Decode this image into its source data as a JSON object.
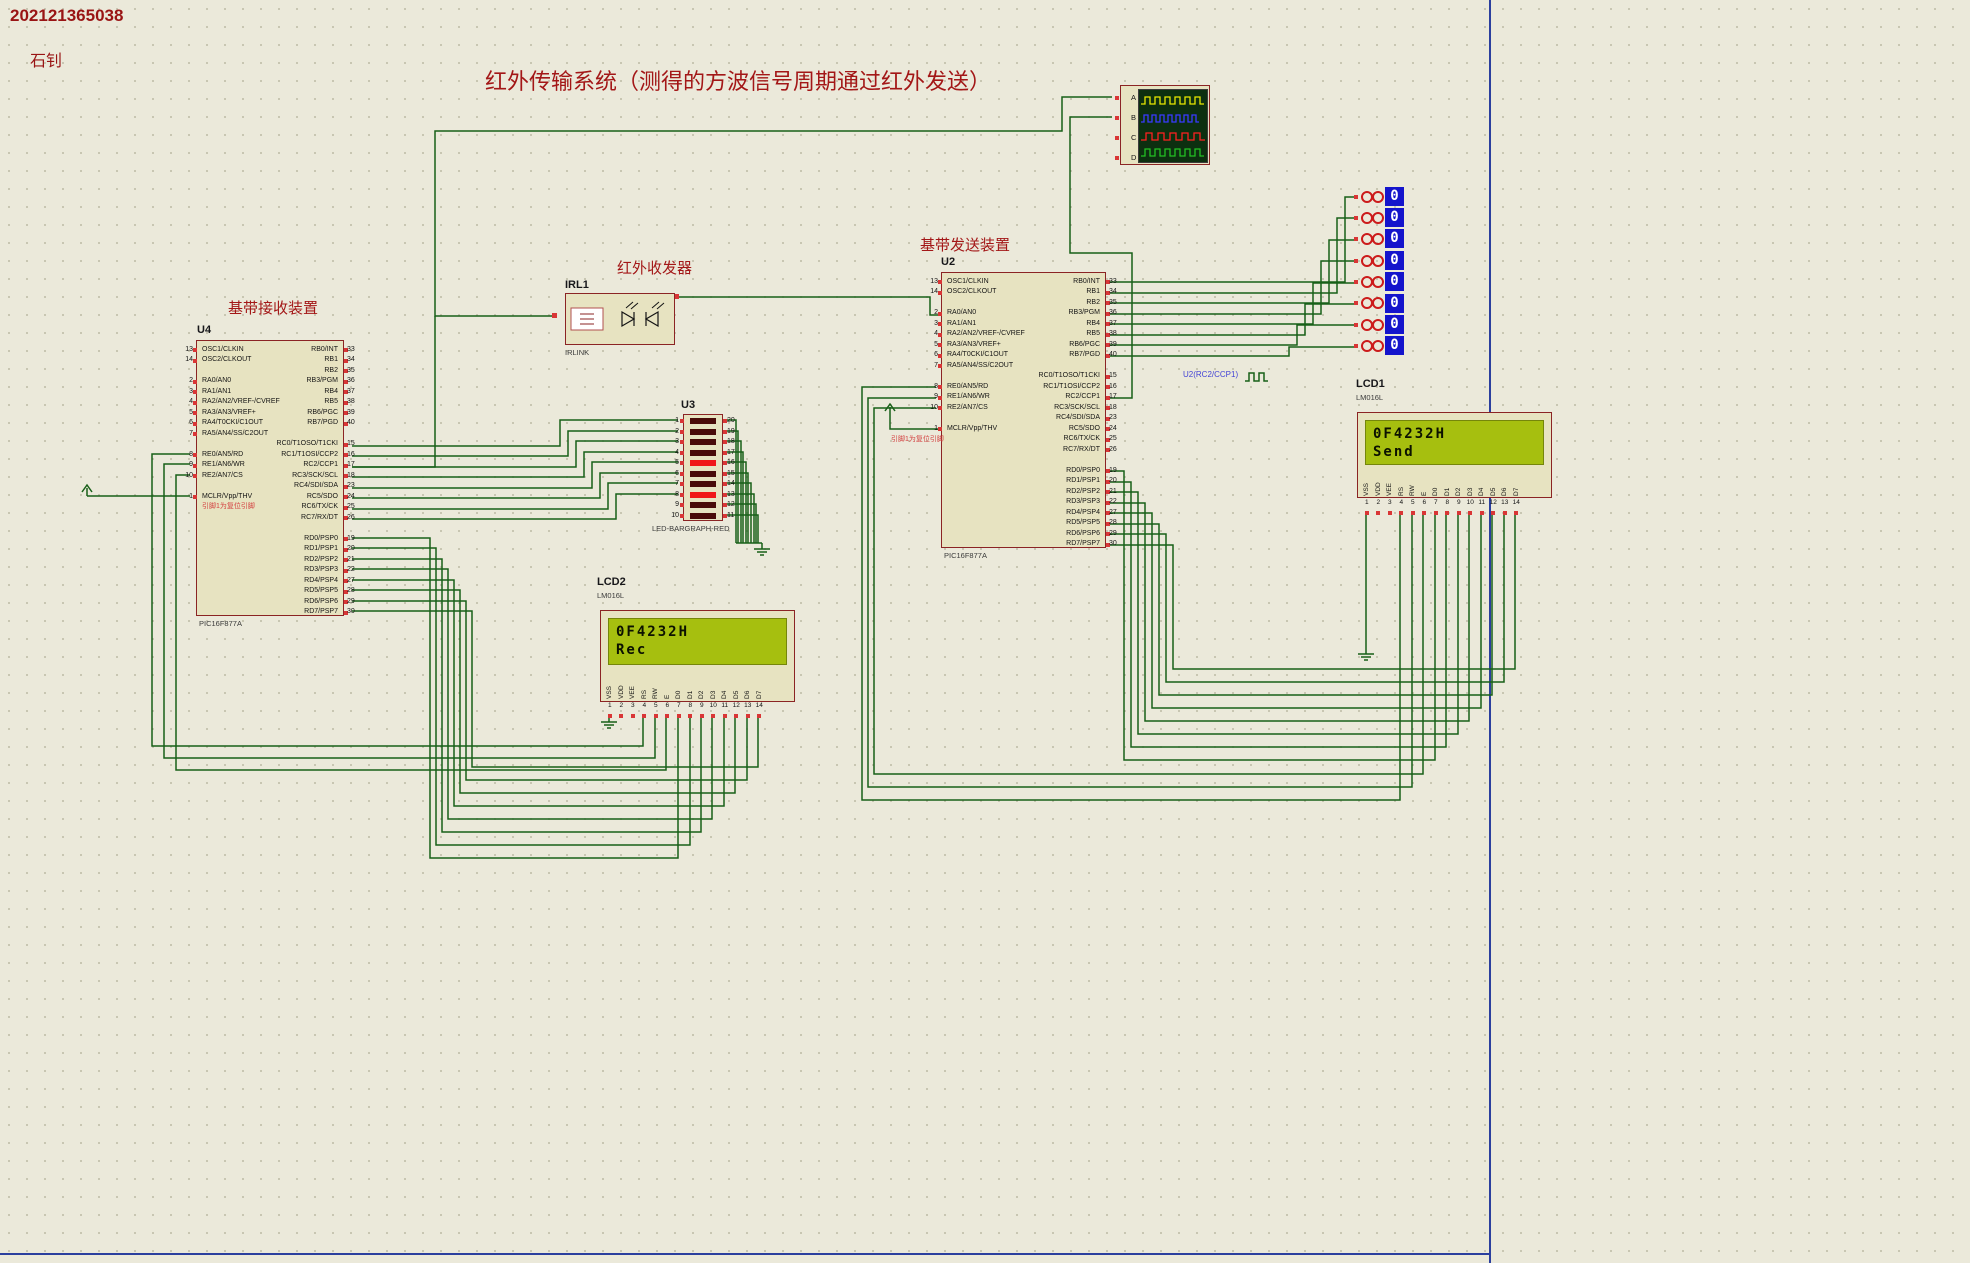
{
  "header": {
    "student_id": "202121365038",
    "author": "石钊",
    "title": "红外传输系统（测得的方波信号周期通过红外发送）"
  },
  "u4": {
    "ref": "U4",
    "group_label": "基带接收装置",
    "part": "PIC16F877A",
    "note": "引脚1为复位引脚",
    "left_pins": [
      {
        "n": "13",
        "label": "OSC1/CLKIN"
      },
      {
        "n": "14",
        "label": "OSC2/CLKOUT"
      },
      {
        "n": "",
        "label": ""
      },
      {
        "n": "2",
        "label": "RA0/AN0"
      },
      {
        "n": "3",
        "label": "RA1/AN1"
      },
      {
        "n": "4",
        "label": "RA2/AN2/VREF-/CVREF"
      },
      {
        "n": "5",
        "label": "RA3/AN3/VREF+"
      },
      {
        "n": "6",
        "label": "RA4/T0CKI/C1OUT"
      },
      {
        "n": "7",
        "label": "RA5/AN4/SS/C2OUT"
      },
      {
        "n": "",
        "label": ""
      },
      {
        "n": "8",
        "label": "RE0/AN5/RD"
      },
      {
        "n": "9",
        "label": "RE1/AN6/WR"
      },
      {
        "n": "10",
        "label": "RE2/AN7/CS"
      },
      {
        "n": "",
        "label": ""
      },
      {
        "n": "1",
        "label": "MCLR/Vpp/THV"
      }
    ],
    "right_pins": [
      {
        "n": "33",
        "label": "RB0/INT"
      },
      {
        "n": "34",
        "label": "RB1"
      },
      {
        "n": "35",
        "label": "RB2"
      },
      {
        "n": "36",
        "label": "RB3/PGM"
      },
      {
        "n": "37",
        "label": "RB4"
      },
      {
        "n": "38",
        "label": "RB5"
      },
      {
        "n": "39",
        "label": "RB6/PGC"
      },
      {
        "n": "40",
        "label": "RB7/PGD"
      },
      {
        "n": "",
        "label": ""
      },
      {
        "n": "15",
        "label": "RC0/T1OSO/T1CKI"
      },
      {
        "n": "16",
        "label": "RC1/T1OSI/CCP2"
      },
      {
        "n": "17",
        "label": "RC2/CCP1"
      },
      {
        "n": "18",
        "label": "RC3/SCK/SCL"
      },
      {
        "n": "23",
        "label": "RC4/SDI/SDA"
      },
      {
        "n": "24",
        "label": "RC5/SDO"
      },
      {
        "n": "25",
        "label": "RC6/TX/CK"
      },
      {
        "n": "26",
        "label": "RC7/RX/DT"
      },
      {
        "n": "",
        "label": ""
      },
      {
        "n": "19",
        "label": "RD0/PSP0"
      },
      {
        "n": "20",
        "label": "RD1/PSP1"
      },
      {
        "n": "21",
        "label": "RD2/PSP2"
      },
      {
        "n": "22",
        "label": "RD3/PSP3"
      },
      {
        "n": "27",
        "label": "RD4/PSP4"
      },
      {
        "n": "28",
        "label": "RD5/PSP5"
      },
      {
        "n": "29",
        "label": "RD6/PSP6"
      },
      {
        "n": "30",
        "label": "RD7/PSP7"
      }
    ]
  },
  "u2": {
    "ref": "U2",
    "group_label": "基带发送装置",
    "part": "PIC16F877A",
    "note": "引脚1为复位引脚",
    "probe_label": "U2(RC2/CCP1)",
    "left_pins": [
      {
        "n": "13",
        "label": "OSC1/CLKIN"
      },
      {
        "n": "14",
        "label": "OSC2/CLKOUT"
      },
      {
        "n": "",
        "label": ""
      },
      {
        "n": "2",
        "label": "RA0/AN0"
      },
      {
        "n": "3",
        "label": "RA1/AN1"
      },
      {
        "n": "4",
        "label": "RA2/AN2/VREF-/CVREF"
      },
      {
        "n": "5",
        "label": "RA3/AN3/VREF+"
      },
      {
        "n": "6",
        "label": "RA4/T0CKI/C1OUT"
      },
      {
        "n": "7",
        "label": "RA5/AN4/SS/C2OUT"
      },
      {
        "n": "",
        "label": ""
      },
      {
        "n": "8",
        "label": "RE0/AN5/RD"
      },
      {
        "n": "9",
        "label": "RE1/AN6/WR"
      },
      {
        "n": "10",
        "label": "RE2/AN7/CS"
      },
      {
        "n": "",
        "label": ""
      },
      {
        "n": "1",
        "label": "MCLR/Vpp/THV"
      }
    ],
    "right_pins": [
      {
        "n": "33",
        "label": "RB0/INT"
      },
      {
        "n": "34",
        "label": "RB1"
      },
      {
        "n": "35",
        "label": "RB2"
      },
      {
        "n": "36",
        "label": "RB3/PGM"
      },
      {
        "n": "37",
        "label": "RB4"
      },
      {
        "n": "38",
        "label": "RB5"
      },
      {
        "n": "39",
        "label": "RB6/PGC"
      },
      {
        "n": "40",
        "label": "RB7/PGD"
      },
      {
        "n": "",
        "label": ""
      },
      {
        "n": "15",
        "label": "RC0/T1OSO/T1CKI"
      },
      {
        "n": "16",
        "label": "RC1/T1OSI/CCP2"
      },
      {
        "n": "17",
        "label": "RC2/CCP1"
      },
      {
        "n": "18",
        "label": "RC3/SCK/SCL"
      },
      {
        "n": "23",
        "label": "RC4/SDI/SDA"
      },
      {
        "n": "24",
        "label": "RC5/SDO"
      },
      {
        "n": "25",
        "label": "RC6/TX/CK"
      },
      {
        "n": "26",
        "label": "RC7/RX/DT"
      },
      {
        "n": "",
        "label": ""
      },
      {
        "n": "19",
        "label": "RD0/PSP0"
      },
      {
        "n": "20",
        "label": "RD1/PSP1"
      },
      {
        "n": "21",
        "label": "RD2/PSP2"
      },
      {
        "n": "22",
        "label": "RD3/PSP3"
      },
      {
        "n": "27",
        "label": "RD4/PSP4"
      },
      {
        "n": "28",
        "label": "RD5/PSP5"
      },
      {
        "n": "29",
        "label": "RD6/PSP6"
      },
      {
        "n": "30",
        "label": "RD7/PSP7"
      }
    ]
  },
  "irl1": {
    "ref": "IRL1",
    "part": "IRLINK",
    "group_label": "红外收发器"
  },
  "u3": {
    "ref": "U3",
    "part": "LED-BARGRAPH-RED",
    "rows": [
      {
        "ln": "1",
        "rn": "20",
        "color": "#4a0b08"
      },
      {
        "ln": "2",
        "rn": "19",
        "color": "#4a0b08"
      },
      {
        "ln": "3",
        "rn": "18",
        "color": "#4a0b08"
      },
      {
        "ln": "4",
        "rn": "17",
        "color": "#4a0b08"
      },
      {
        "ln": "5",
        "rn": "16",
        "color": "#f01818"
      },
      {
        "ln": "6",
        "rn": "15",
        "color": "#4a0b08"
      },
      {
        "ln": "7",
        "rn": "14",
        "color": "#4a0b08"
      },
      {
        "ln": "8",
        "rn": "13",
        "color": "#f01818"
      },
      {
        "ln": "9",
        "rn": "12",
        "color": "#4a0b08"
      },
      {
        "ln": "10",
        "rn": "11",
        "color": "#4a0b08"
      }
    ]
  },
  "lcd2": {
    "ref": "LCD2",
    "part": "LM016L",
    "line1": "0F4232H",
    "line2": "Rec",
    "pins": [
      {
        "n": "1",
        "label": "VSS"
      },
      {
        "n": "2",
        "label": "VDD"
      },
      {
        "n": "3",
        "label": "VEE"
      },
      {
        "n": "4",
        "label": "RS"
      },
      {
        "n": "5",
        "label": "RW"
      },
      {
        "n": "6",
        "label": "E"
      },
      {
        "n": "7",
        "label": "D0"
      },
      {
        "n": "8",
        "label": "D1"
      },
      {
        "n": "9",
        "label": "D2"
      },
      {
        "n": "10",
        "label": "D3"
      },
      {
        "n": "11",
        "label": "D4"
      },
      {
        "n": "12",
        "label": "D5"
      },
      {
        "n": "13",
        "label": "D6"
      },
      {
        "n": "14",
        "label": "D7"
      }
    ]
  },
  "lcd1": {
    "ref": "LCD1",
    "part": "LM016L",
    "line1": "0F4232H",
    "line2": "Send",
    "pins": [
      {
        "n": "1",
        "label": "VSS"
      },
      {
        "n": "2",
        "label": "VDD"
      },
      {
        "n": "3",
        "label": "VEE"
      },
      {
        "n": "4",
        "label": "RS"
      },
      {
        "n": "5",
        "label": "RW"
      },
      {
        "n": "6",
        "label": "E"
      },
      {
        "n": "7",
        "label": "D0"
      },
      {
        "n": "8",
        "label": "D1"
      },
      {
        "n": "9",
        "label": "D2"
      },
      {
        "n": "10",
        "label": "D3"
      },
      {
        "n": "11",
        "label": "D4"
      },
      {
        "n": "12",
        "label": "D5"
      },
      {
        "n": "13",
        "label": "D6"
      },
      {
        "n": "14",
        "label": "D7"
      }
    ]
  },
  "scope": {
    "channels": [
      "A",
      "B",
      "C",
      "D"
    ]
  },
  "probes": [
    "0",
    "0",
    "0",
    "0",
    "0",
    "0",
    "0",
    "0"
  ],
  "colors": {
    "wire": "#186018",
    "component_border": "#8b2424",
    "component_fill": "#e7e3c1",
    "lcd_screen": "#a6bf0f",
    "probe_blue": "#1414cc",
    "led_on": "#f01818",
    "led_off": "#4a0b08",
    "pin_marker_red": "#d93636",
    "label_red": "#a31717",
    "sheet_border_blue": "#2b3f9e"
  }
}
